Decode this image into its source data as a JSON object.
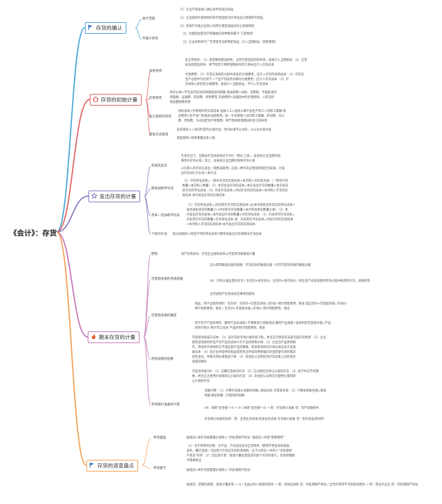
{
  "title": "《会计》：存货",
  "branches": [
    {
      "label": "存货的确认",
      "icon": "flag-icon",
      "color": "#4aa8d8",
      "subs": [
        {
          "label": "会计范围",
          "leaves": [
            "（1）企业不再会收入确认条件的发出商品",
            "（2）企业接受外来原材料的代制造而为外单位加工修理的代销品",
            "（3）房地产开发企业购入的用于建造商品房的土地使用权"
          ]
        },
        {
          "label": "不属于存货",
          "leaves": [
            "（1）为建造固定资产而储备的各种物资属于“工程物资”",
            "（2）企业采购用于广告营销活动的特定商品，计入当期损益（销售费用）"
          ]
        }
      ]
    },
    {
      "label": "存货的初始计量",
      "icon": "home-icon",
      "color": "#e06666",
      "subs": [
        {
          "label": "采购存货",
          "leaves": [
            "非正常损失：（1）超定额的废品损失、自然灾害造成的损失等，直接计入当期损益 （2）正常",
            "标准的废品损失、季节性停工和修理期间的停工损失应计入存货成本",
            "合理费用：（1）存货在采购的过程中发生的仓储费用，应计入存货的采购成本 （2）存货在",
            "生产过程中为达到下一个生产阶段所必要的仓储费用，应计入存货成本 （3）存",
            "货采购入库后的仓储费用，直接计入当期损益，不计入存货成本"
          ]
        },
        {
          "label": "外购存货",
          "leaves": [
            "购买价款+不包含可抵扣的增值税进项税额 相关税费+关税、消费税、不能抵扣的",
            "增值税、运输费、装卸费、保险费等 其他费用+运输途中的合理损耗、入库前的",
            "挑选整理费用等"
          ]
        },
        {
          "label": "加工取得的存货",
          "leaves": [
            "材料成本+外购材料的实际成本 直接人工+直接从事产品生产的工人的职工薪酬 制",
            "造费用+生产部门的相关间接费用，如：车间管理人员的职工薪酬、折旧费、办公",
            "费、劳保费、车间固定资产修理费、季节性和修理期间的停工损失等"
          ]
        },
        {
          "label": "其他方式取得",
          "leaves": [
            "投资者投入+合同约定的价值为准；合同价格不公允的，以公允价值为准",
            "盘盈取得+按照重置成本入账"
          ]
        }
      ]
    },
    {
      "label": "发出存货的计量",
      "icon": "star-icon",
      "color": "#8e7cc3",
      "subs": [
        {
          "label": "先进先出法",
          "leaves": [
            "先进先出下，当期末存货成本接近于市价（物价上涨），会高估企业当期利润",
            "和库存存货价值；反之，会低估企业当期利润和存货价值",
            "以先购入的存货先发出（销售或耗用）这样一种存货实物流转假定为前提，对发",
            "出存货进行计价的一种方法"
          ]
        },
        {
          "label": "移动加权平均法",
          "leaves": [
            "（1）存货单位成本=（原有存货的实际成本+本次购入的实际成本）/（原有存货",
            "数量+本次购入数量）（2）本次发出存货的成本=本次发出存货的数量×本次发货",
            "前存货的单位成本 （3）月末存货成本=月初存货的实际成本+本月购入存货的实",
            "际成本-本月发出存货的实际成本"
          ]
        },
        {
          "label": "月末一次加权平均法",
          "leaves": [
            "（1）存货单位成本=[月初库存存货的实际成本+∑(本月某批进货的实际单位成本×",
            "本月某批进货的数量)]÷(月初库存存货数量+本月各批进货数量之和) （2）本",
            "月发出存货的成本=本月发出存货的数量×存货单位成本 （3）月末库存存货成本=",
            "月末库存存货的数量×存货单位成本 或：月末库存存货成本=月初存货的实际成本",
            "+本月购入存货的实际成本-本月发出存货的实际成本"
          ]
        },
        {
          "label": "个别计价法",
          "leaves": [
            "按分别按购入和生产时的单位成本计算各批发出存货和期末存货成本"
          ]
        }
      ]
    },
    {
      "label": "期末存货的计量",
      "icon": "flame-icon",
      "color": "#c47ab8",
      "subs": [
        {
          "label": "原则",
          "leaves": [
            "资产负债表日，存货应当按照成本与可变现净值孰低计量"
          ]
        },
        {
          "label": "可变现净值的考虑因素",
          "leaves": [
            "应以取得确凿证据为基础：存货成本的确凿证据 / 存货可变现净值的确凿证据",
            "dX：持有以备出售的存货 / 有合同+按合同价；没合同+按市场价 / 将在生产过程或提供劳务过程中耗用的存货，如材料等",
            "应考虑资产负债表日后事项的影响"
          ]
        },
        {
          "label": "可变现净值的确定",
          "leaves": [
            "商品、用于出售的材料：有合同：合同内+可变现净值=合同价-预计销售费用、税金 超出合同+可变现净值=市场价-",
            "预计销售费用、税金 / 无合同+可变现净值=市场价-预计销售费用、税金",
            "用于生产产品的材料：最终产品未减值+不需要进行减值测试 最终产品减值+该材料的可变现净值=产品",
            "的预计售价-预计完工成本-产品的预计销售费用、税金"
          ]
        },
        {
          "label": "存货减值的迹象",
          "leaves": [
            "可变现净值低于成本：（1）该存货的市场价格持续下跌，并且在可预见的未来无回升的希望 （2）企业",
            "使用该项原材料生产的产品的成本大于产品的销售价格 （3）企业因产品更新换",
            "代，原有库存原材料已不适应新产品的需要，而该原材料的市场价格又低于其账",
            "面成本 （4）因企业所提供的商品或劳务过时或消费者偏好改变而使市场的需求",
            "发生变化，导致市场价格逐渐下跌 （5）其他足以证明该项存货实质上已经发生",
            "减值的情形",
            "可变现净值为0：（1）已霉烂变质的存货 （2）已过期且无转让价值的存货 （3）生产中已不再需",
            "要，并且已无使用价值和转让价值的存货 （4）其他足以证明已无使用价值和转",
            "让价值的存货"
          ]
        },
        {
          "label": "存货跌价准备的计提",
          "leaves": [
            "金额计算：（1）计算存货跌价准备的余额=期末成本-可变现净值 （2）计算本期发生额=期末",
            "余额-期初余额（计提则的余额）",
            "dX：本期“发生额”>0 → m / 本期“发生额”<0 → 借：存货跌价准备 贷：资产减值损失",
            "存货跌价准备的结转：借：主营业务成本/其他业务成本 存货跌价准备 贷：库存商品/原材料"
          ]
        }
      ]
    },
    {
      "label": "存货的清查盘点",
      "icon": "flag-icon",
      "color": "#f1a25a",
      "subs": [
        {
          "label": "存货盘盈",
          "leaves": [
            "报批前+将存货按重置价值转入“待处理财产损溢” 报批后+冲减“管理费用”"
          ]
        },
        {
          "label": "存货盘亏",
          "leaves": [
            "（1）对于将转的货物、在产品、产成品发生非正常损失（管理不善造成的被盗、",
            "丢失、霉烂变质）引起盘亏存货应负担的增值税，应予以转出一并转入“待处理财",
            "产损溢”科目 （2）因自然灾害、收发计量差错造成的盘亏存货的盘亏，其进项税额",
            "不需要转出",
            "报批前+将存货按重置价值转入“待处理财产损溢”",
            "报批后：定额内损耗、收发计量差错 → m / 应由过失人赔偿的损失 → 借：其他应收款 贷：待处理财产损溢 / 自然灾害等不可抗拒的原因 → 借：营业外支出 贷：待处理财产损溢"
          ]
        }
      ]
    }
  ]
}
